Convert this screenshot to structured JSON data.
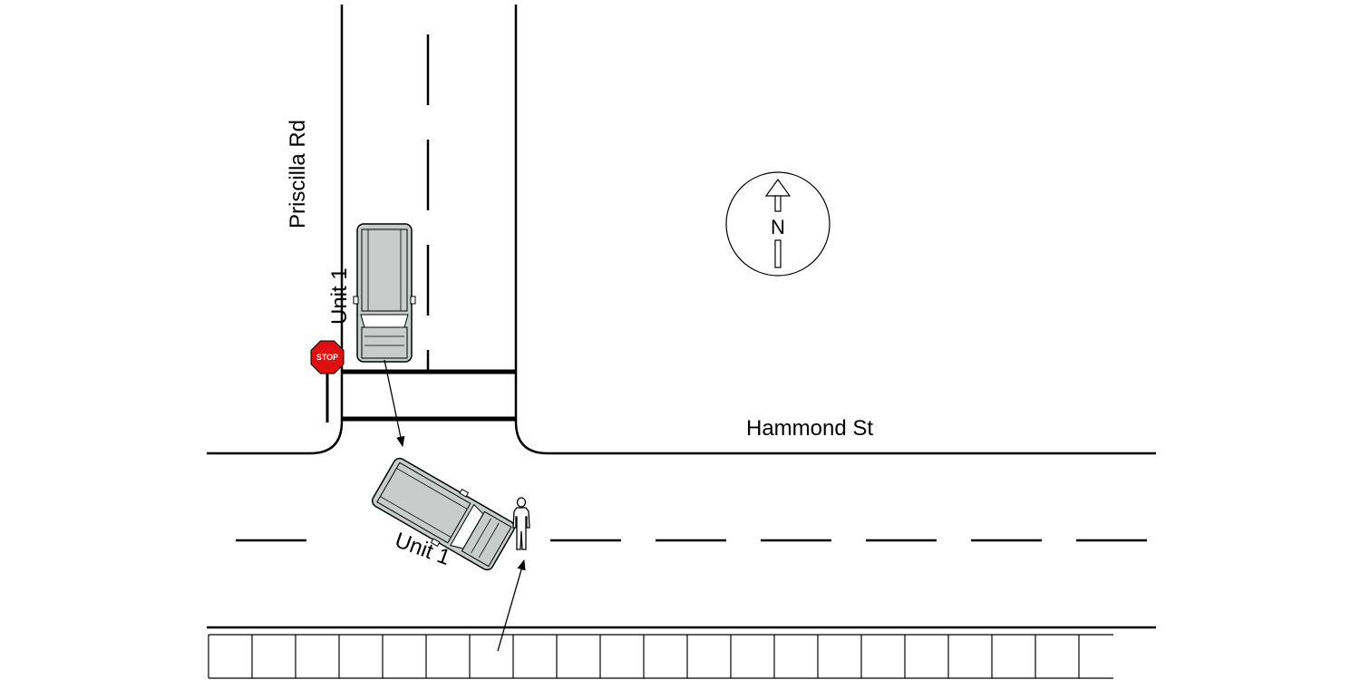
{
  "labels": {
    "priscilla_road": "Priscilla Rd",
    "hammond_street": "Hammond St",
    "unit_before": "Unit 1",
    "unit_after": "Unit 1",
    "stop_sign": "STOP",
    "north": "N"
  },
  "colors": {
    "vehicle_body": "#c8cccb",
    "stop_sign": "#e01010",
    "line": "#000000"
  }
}
